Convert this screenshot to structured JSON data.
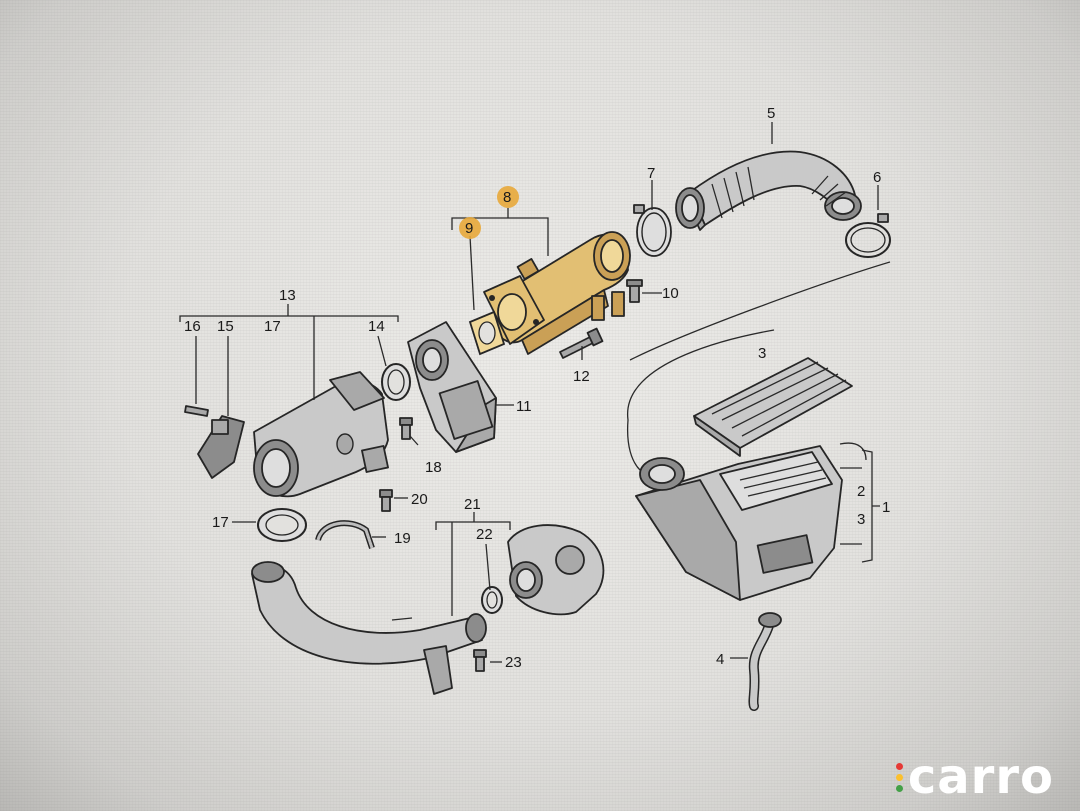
{
  "callouts": {
    "c1": "1",
    "c2": "2",
    "c3": "3",
    "c3b": "3",
    "c4": "4",
    "c5": "5",
    "c6": "6",
    "c7": "7",
    "c8": "8",
    "c9": "9",
    "c10": "10",
    "c11": "11",
    "c12": "12",
    "c13": "13",
    "c14": "14",
    "c15": "15",
    "c16": "16",
    "c17a": "17",
    "c17b": "17",
    "c18": "18",
    "c19": "19",
    "c20": "20",
    "c21": "21",
    "c22": "22",
    "c23": "23"
  },
  "highlighted_parts": [
    "8",
    "9"
  ],
  "colors": {
    "highlight": "#e8a93a",
    "part_fill": "#c9c9c9",
    "outline": "#262626"
  },
  "watermark": {
    "text": "carro",
    "dot_colors": [
      "#e53935",
      "#fbc02d",
      "#43a047"
    ]
  }
}
